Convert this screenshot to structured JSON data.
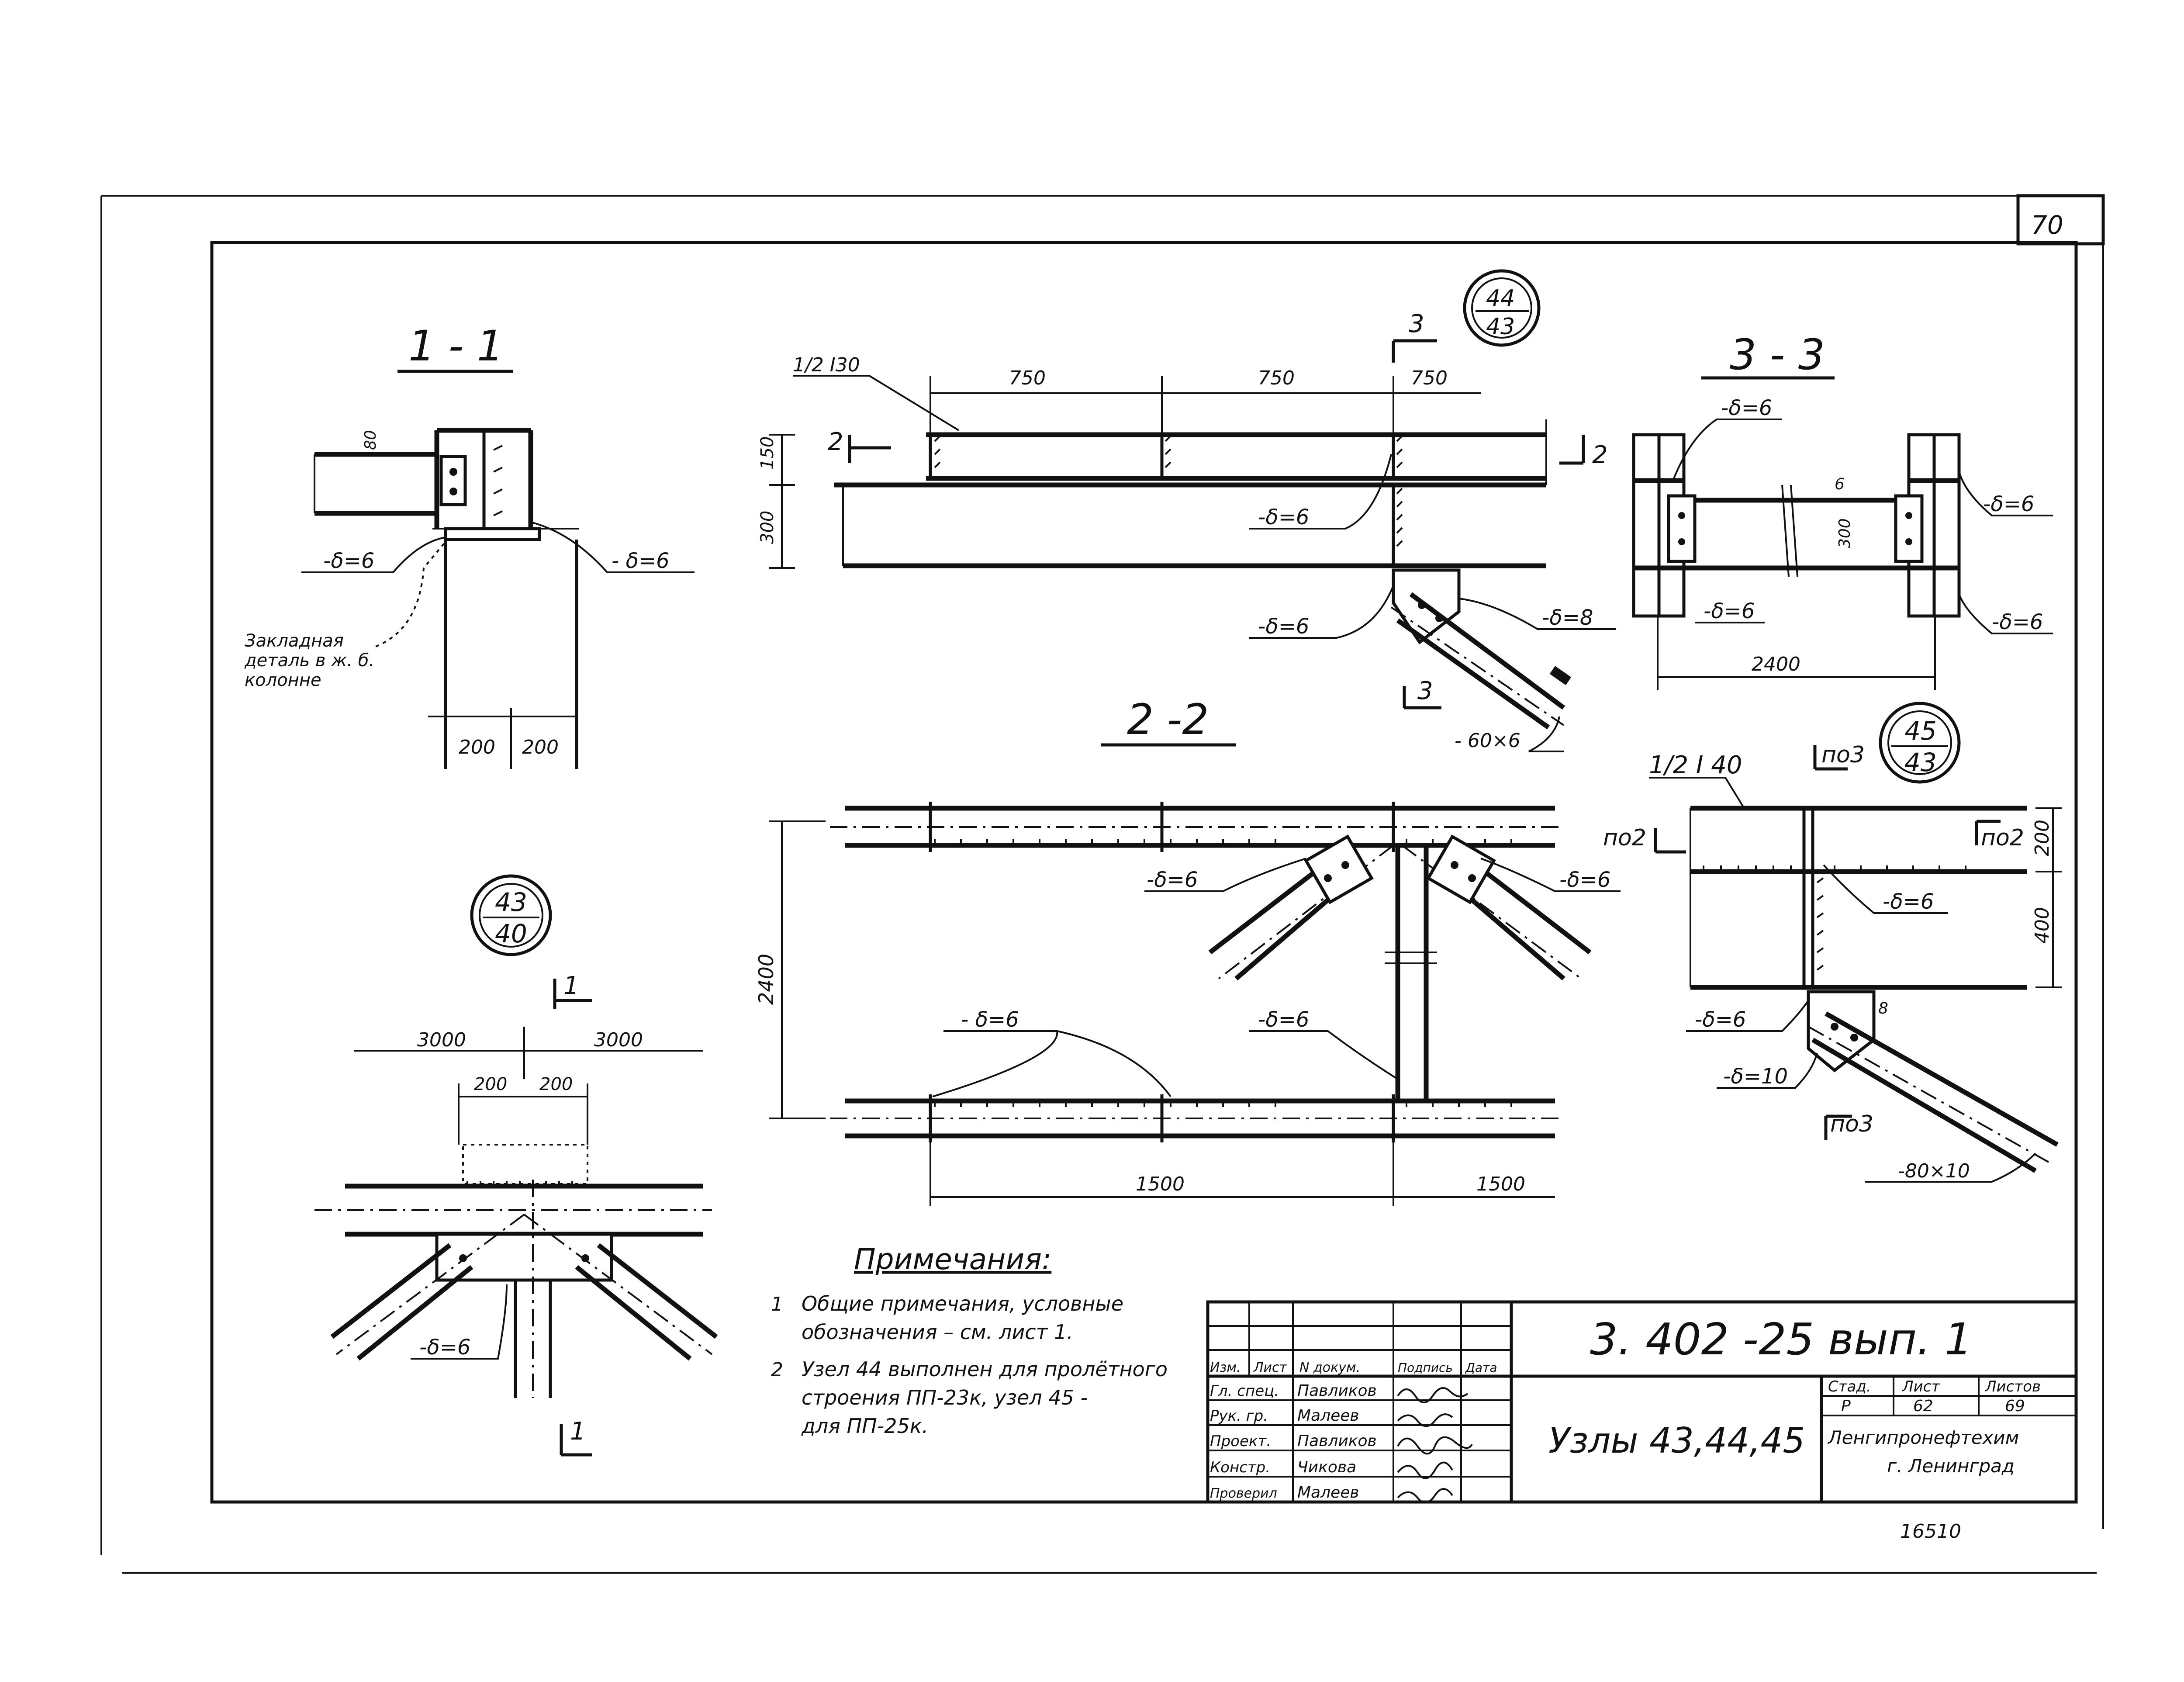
{
  "sheet": {
    "number": "70",
    "corner_mark": "16510"
  },
  "views": {
    "v11": {
      "title": "1 - 1",
      "labels": [
        "-δ=6",
        "- δ=6",
        "80"
      ],
      "note": [
        "Закладная",
        "деталь в ж. б.",
        "колонне"
      ],
      "dims": [
        "200",
        "200"
      ]
    },
    "v22": {
      "title": "2 -2",
      "labels": [
        "-δ=6",
        "-δ=6",
        "- δ=6",
        "-δ=6"
      ],
      "dims": [
        "2400",
        "1500",
        "1500"
      ]
    },
    "v33": {
      "title": "3 - 3",
      "labels": [
        "-δ=6",
        "-δ=6",
        "-δ=6",
        "-δ=6",
        "6"
      ],
      "dims": [
        "2400",
        "300"
      ]
    },
    "v44": {
      "profile": "1/2 I30",
      "dims": [
        "750",
        "750",
        "750",
        "150",
        "300"
      ],
      "labels": [
        "-δ=6",
        "-δ=6",
        "-δ=8",
        "- 60×6"
      ],
      "cut2": "2",
      "cut3": "3"
    },
    "v45": {
      "profile": "1/2 I 40",
      "labels": [
        "-δ=6",
        "-δ=6",
        "-δ=10",
        "-80×10",
        "8"
      ],
      "dims": [
        "200",
        "400"
      ],
      "cut": [
        "по3",
        "по2",
        "по2",
        "по3"
      ]
    },
    "v43": {
      "dims": [
        "3000",
        "3000",
        "200",
        "200"
      ],
      "labels": [
        "-δ=6"
      ],
      "cut": "1"
    }
  },
  "callouts": [
    {
      "top": "44",
      "bottom": "43"
    },
    {
      "top": "45",
      "bottom": "43"
    },
    {
      "top": "43",
      "bottom": "40"
    }
  ],
  "notes": {
    "heading": "Примечания:",
    "items": [
      {
        "num": "1",
        "lines": [
          "Общие примечания, условные",
          "обозначения  – см. лист 1."
        ]
      },
      {
        "num": "2",
        "lines": [
          "Узел 44 выполнен для пролётного",
          "строения ПП-23к,  узел 45 -",
          "для  ПП-25к."
        ]
      }
    ]
  },
  "title_block": {
    "code": "3. 402 -25 вып. 1",
    "drawing_title": "Узлы 43,44,45",
    "organization": [
      "Ленгипронефтехим",
      "г. Ленинград"
    ],
    "stage_header": [
      "Стад.",
      "Лист",
      "Листов"
    ],
    "stage_values": [
      "Р",
      "62",
      "69"
    ],
    "rev_header": [
      "Изм.",
      "Лист",
      "N докум.",
      "Подпись",
      "Дата"
    ],
    "staff": [
      {
        "role": "Гл. спец.",
        "name": "Павликов"
      },
      {
        "role": "Рук. гр.",
        "name": "Малеев"
      },
      {
        "role": "Проект.",
        "name": "Павликов"
      },
      {
        "role": "Констр.",
        "name": "Чикова"
      },
      {
        "role": "Проверил",
        "name": "Малеев"
      }
    ]
  },
  "colors": {
    "ink": "#111111",
    "paper": "#ffffff"
  }
}
